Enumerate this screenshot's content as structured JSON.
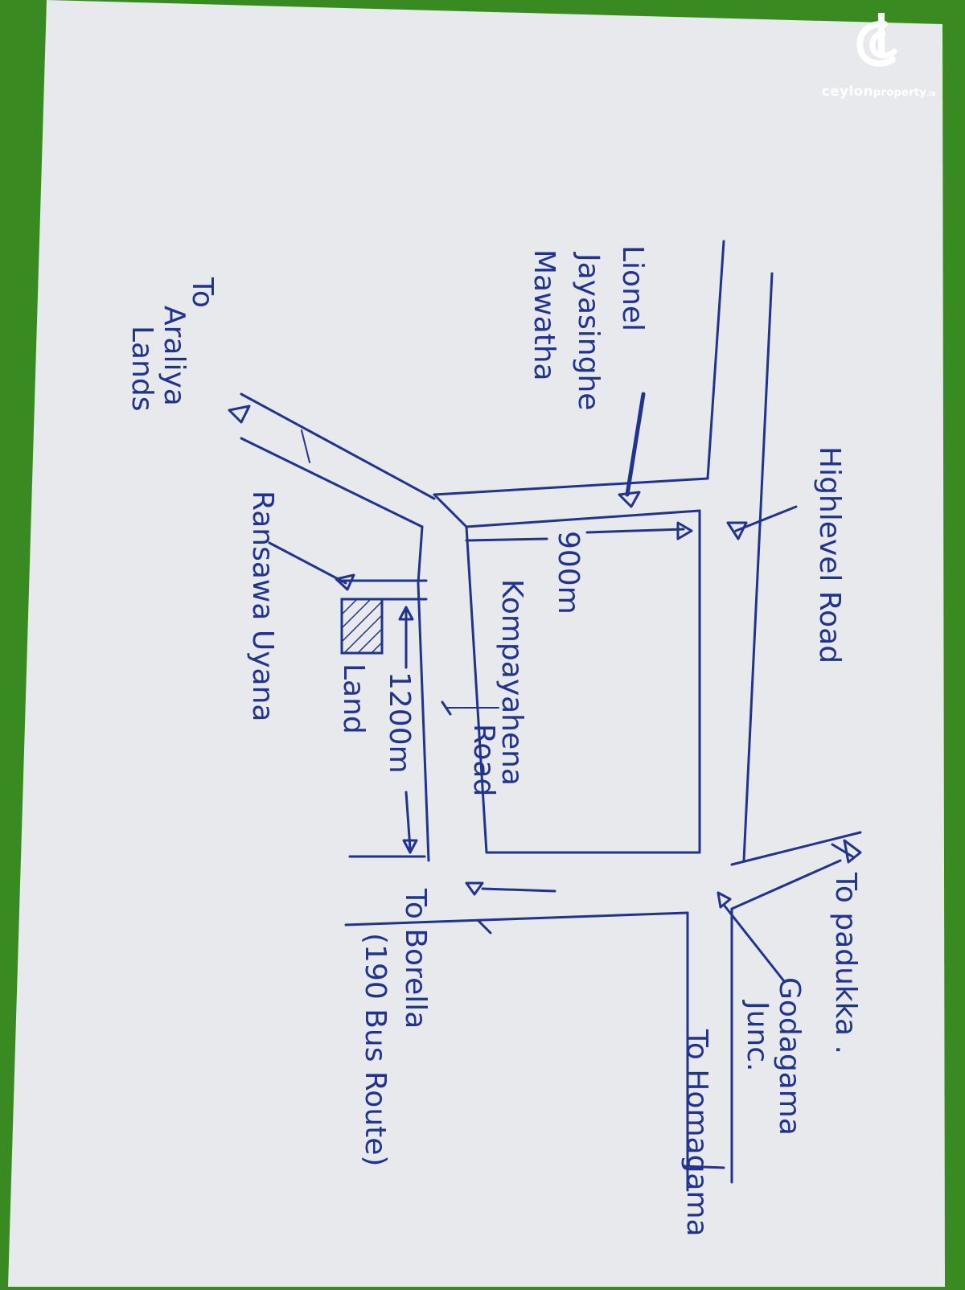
{
  "logo": {
    "brand_main": "ceylon",
    "brand_sub": "property",
    "brand_tld": ".lk"
  },
  "labels": {
    "high_level_road": "Highlevel Road",
    "lionel_line1": "Lionel",
    "lionel_line2": "Jayasinghe",
    "lionel_line3": "Mawatha",
    "to_araliya_1": "To",
    "to_araliya_2": "Araliya",
    "to_araliya_3": "Lands",
    "ransawa_uyana": "Ransawa Uyana",
    "land": "Land",
    "dist_900": "900m",
    "dist_1200": "1200m",
    "kompayahena_1": "Kompayahena",
    "kompayahena_2": "Road",
    "to_borella_1": "To Borella",
    "to_borella_2": "(190 Bus Route)",
    "to_homagama": "To Homagama",
    "godagama_1": "Godagama",
    "godagama_2": "Junc.",
    "to_padukka": "To padukka ."
  },
  "colors": {
    "ink": "#22338c",
    "paper": "#e7e9ec",
    "background": "#3a8a22"
  }
}
